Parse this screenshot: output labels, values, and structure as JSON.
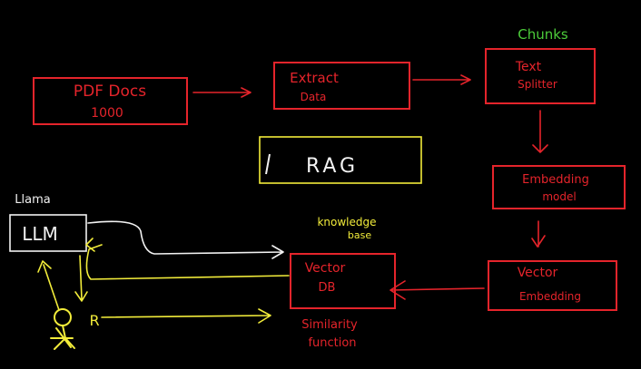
{
  "colors": {
    "background": "#000000",
    "red": "#e5242b",
    "yellow": "#f2ec3a",
    "green": "#4ccc3a",
    "white": "#f2f2f2"
  },
  "labels": {
    "chunks": "Chunks",
    "pdf_line1": "PDF Docs",
    "pdf_line2": "1000",
    "extract_line1": "Extract",
    "extract_line2": "Data",
    "splitter_line1": "Text",
    "splitter_line2": "Splitter",
    "rag": "RAG",
    "embedding_model_line1": "Embedding",
    "embedding_model_line2": "model",
    "llama": "Llama",
    "llm": "LLM",
    "knowledge_line1": "knowledge",
    "knowledge_line2": "base",
    "vector_db_line1": "Vector",
    "vector_db_line2": "DB",
    "vector_emb_line1": "Vector",
    "vector_emb_line2": "Embedding",
    "similarity_line1": "Similarity",
    "similarity_line2": "function",
    "user_letter": "R"
  }
}
